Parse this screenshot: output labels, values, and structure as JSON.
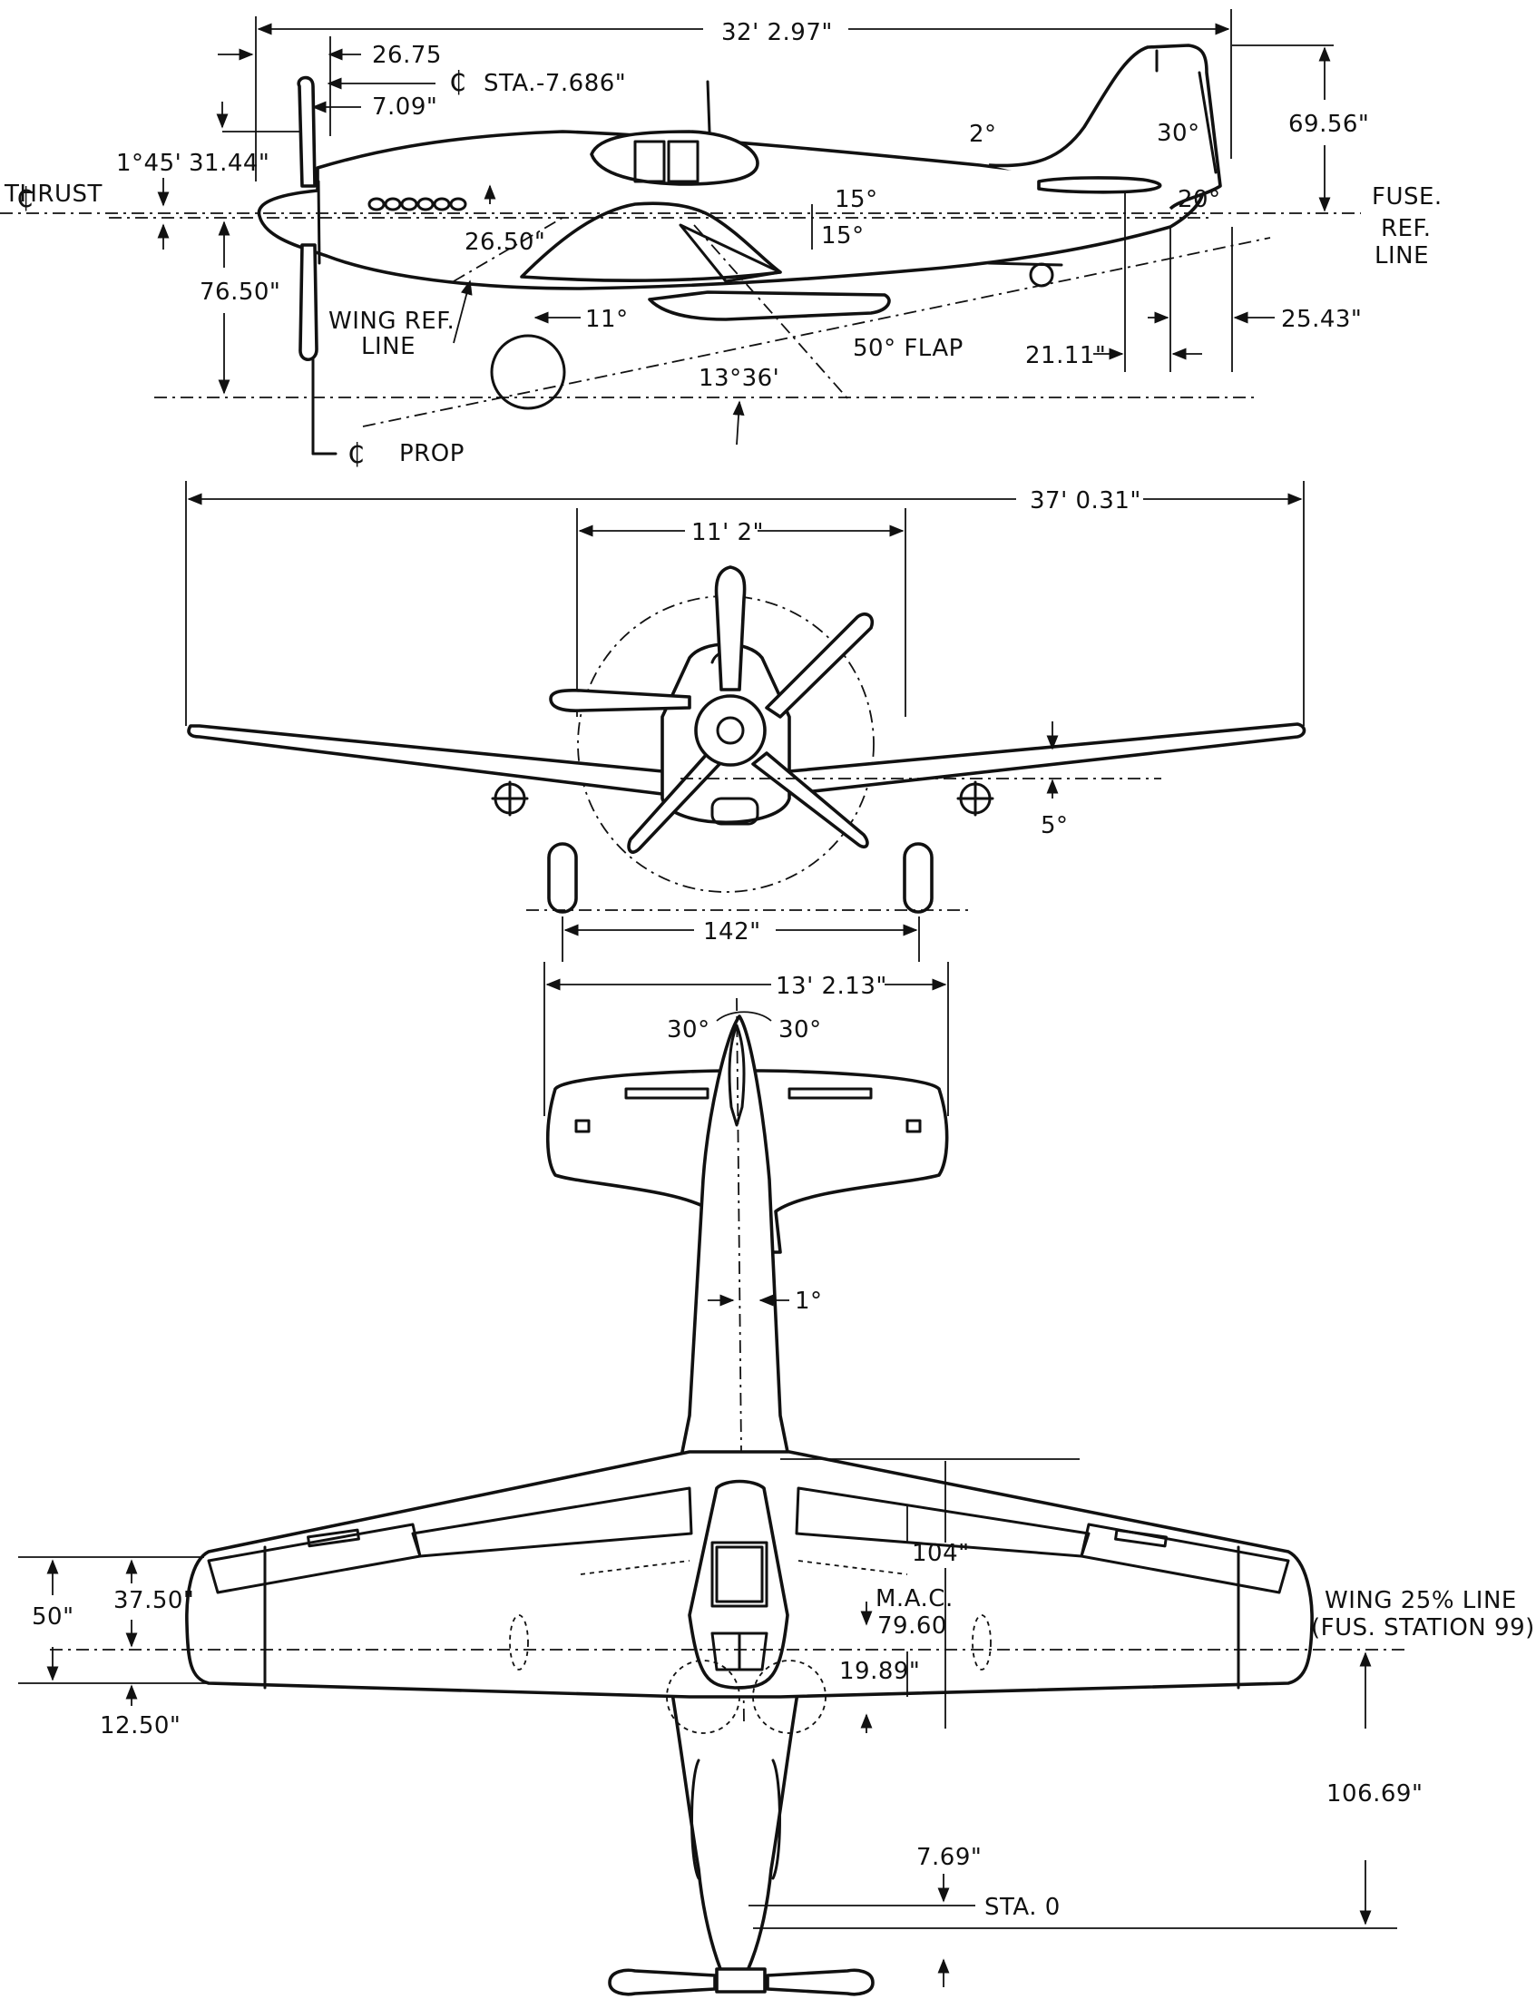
{
  "side_view": {
    "overall_length": "32' 2.97\"",
    "dim_26_75": "26.75",
    "cl_sta_label": "STA.-7.686\"",
    "dim_7_09": "7.09\"",
    "dim_31_44": "31.44\"",
    "angle_1_45": "1°45'",
    "thrust_label": "THRUST",
    "dim_26_50": "26.50\"",
    "dim_76_50": "76.50\"",
    "wing_ref_line_1": "WING REF.",
    "wing_ref_line_2": "LINE",
    "angle_11": "11°",
    "angle_15_up": "15°",
    "angle_15_down": "15°",
    "angle_50_flap": "50° FLAP",
    "angle_13_36": "13°36'",
    "prop_label": "PROP",
    "angle_2": "2°",
    "angle_30": "30°",
    "angle_20": "20°",
    "dim_69_56": "69.56\"",
    "fuse_ref_1": "FUSE.",
    "fuse_ref_2": "REF.",
    "fuse_ref_3": "LINE",
    "dim_21_11": "21.11\"",
    "dim_25_43": "25.43\""
  },
  "front_view": {
    "span": "37' 0.31\"",
    "prop_diameter": "11' 2\"",
    "dihedral": "5°",
    "tread": "142\""
  },
  "plan_view": {
    "tail_span": "13' 2.13\"",
    "rudder_left": "30°",
    "rudder_right": "30°",
    "fin_offset": "1°",
    "dim_104": "104\"",
    "mac_label": "M.A.C.",
    "mac_value": "79.60",
    "wing25_line_1": "WING 25% LINE",
    "wing25_line_2": "(FUS. STATION 99)",
    "dim_19_89": "19.89\"",
    "dim_50": "50\"",
    "dim_37_50": "37.50\"",
    "dim_12_50": "12.50\"",
    "dim_106_69": "106.69\"",
    "dim_7_69": "7.69\"",
    "sta_0": "STA. 0"
  },
  "centerline_symbol": "₵"
}
